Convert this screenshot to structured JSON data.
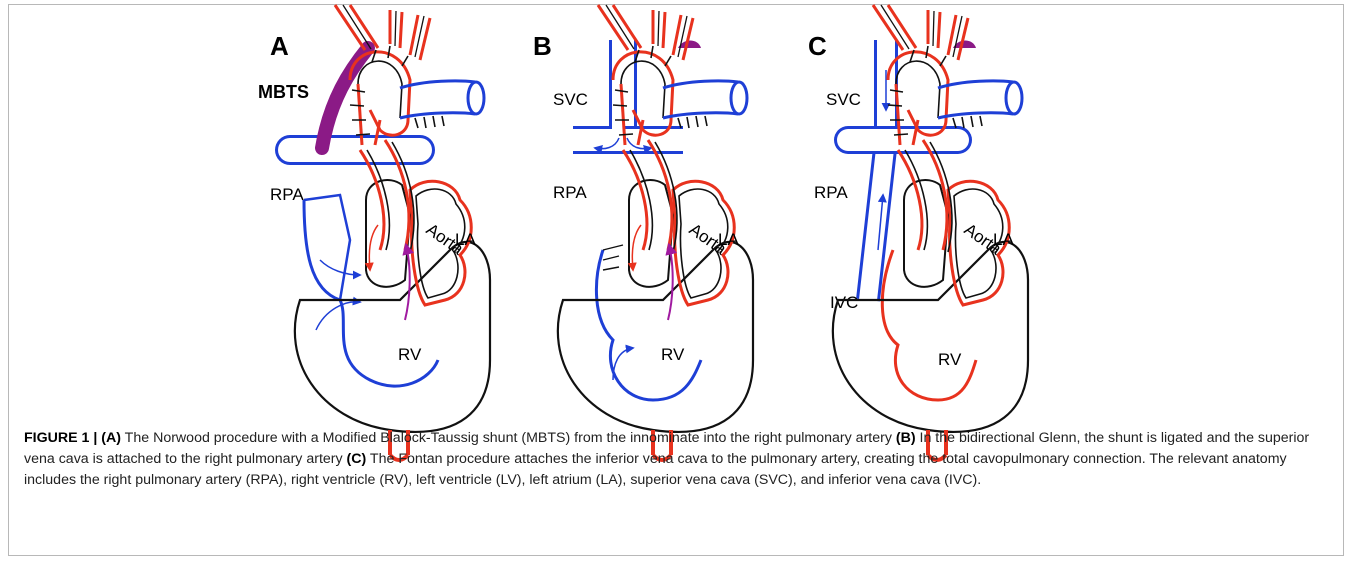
{
  "figure": {
    "panels": [
      {
        "letter": "A",
        "labels": {
          "shunt": "MBTS",
          "rpa": "RPA",
          "aorta": "Aorta",
          "la": "LA",
          "rv": "RV"
        }
      },
      {
        "letter": "B",
        "labels": {
          "svc": "SVC",
          "rpa": "RPA",
          "aorta": "Aorta",
          "la": "LA",
          "rv": "RV"
        }
      },
      {
        "letter": "C",
        "labels": {
          "svc": "SVC",
          "rpa": "RPA",
          "ivc": "IVC",
          "aorta": "Aorta",
          "la": "LA",
          "rv": "RV"
        }
      }
    ],
    "colors": {
      "oxygenated": "#e8321e",
      "deoxygenated": "#1e3fd6",
      "shunt": "#8b1a86",
      "outline": "#111111",
      "mixed_flow_arrow": "#a01aa0"
    }
  },
  "caption": {
    "figure_label": "FIGURE 1 |",
    "a_label": "(A)",
    "a_text": " The Norwood procedure with a Modified Blalock-Taussig shunt (MBTS) from the innominate into the right pulmonary artery ",
    "b_label": "(B)",
    "b_text": " In the bidirectional Glenn, the shunt is ligated and the superior vena cava is attached to the right pulmonary artery ",
    "c_label": "(C)",
    "c_text": " The Fontan procedure attaches the inferior vena cava to the pulmonary artery, creating the total cavopulmonary connection. The relevant anatomy includes the right pulmonary artery (RPA), right ventricle (RV), left ventricle (LV), left atrium (LA), superior vena cava (SVC), and inferior vena cava (IVC)."
  }
}
